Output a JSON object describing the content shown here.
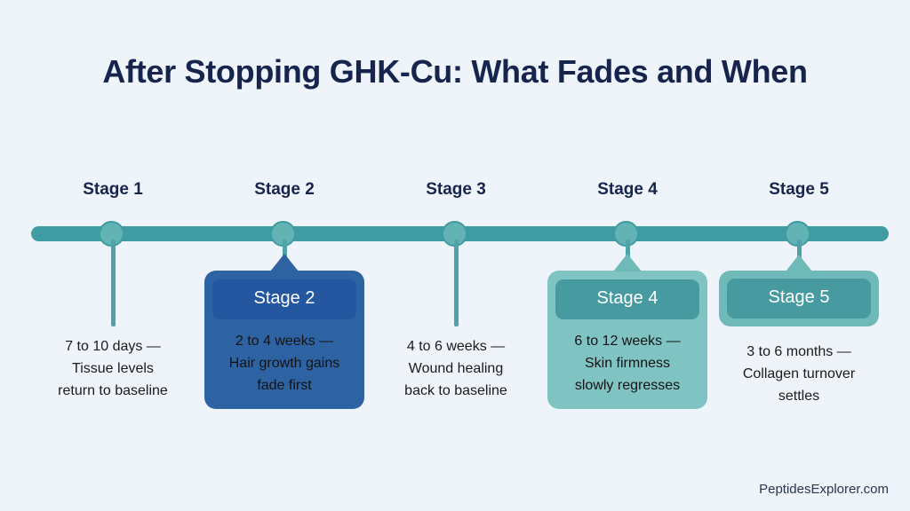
{
  "title": "After Stopping GHK-Cu: What Fades and When",
  "watermark": "PeptidesExplorer.com",
  "colors": {
    "background": "#eef4fa",
    "title_text": "#16244e",
    "timeline_bar": "#3f9ca3",
    "timeline_dot": "#63b2b4",
    "connector": "#4ea3a8",
    "card_blue_body": "#2e63a3",
    "card_blue_head": "#2457a0",
    "card_teal_body": "#7fc4c2",
    "card_teal_head": "#479a9f",
    "body_text": "#1b1b1b"
  },
  "stages": [
    {
      "label": "Stage 1",
      "duration": "7 to 10 days —",
      "effect_line1": "Tissue levels",
      "effect_line2": "return to baseline",
      "description": "7 to 10 days — Tissue levels return to baseline",
      "style": "plain",
      "card_title": ""
    },
    {
      "label": "Stage 2",
      "duration": "2 to 4 weeks —",
      "effect_line1": "Hair growth gains",
      "effect_line2": "fade first",
      "description": "2 to 4 weeks — Hair growth gains fade first",
      "style": "card-blue",
      "card_title": "Stage 2"
    },
    {
      "label": "Stage 3",
      "duration": "4 to 6 weeks —",
      "effect_line1": "Wound healing",
      "effect_line2": "back to baseline",
      "description": "4 to 6 weeks — Wound healing back to baseline",
      "style": "plain",
      "card_title": ""
    },
    {
      "label": "Stage 4",
      "duration": "6 to 12 weeks —",
      "effect_line1": "Skin firmness",
      "effect_line2": "slowly regresses",
      "description": "6 to 12 weeks — Skin firmness slowly regresses",
      "style": "card-teal",
      "card_title": "Stage 4"
    },
    {
      "label": "Stage 5",
      "duration": "3 to 6 months —",
      "effect_line1": "Collagen turnover",
      "effect_line2": "settles",
      "description": "3 to 6 months — Collagen turnover settles",
      "style": "pill-teal",
      "card_title": "Stage 5"
    }
  ]
}
